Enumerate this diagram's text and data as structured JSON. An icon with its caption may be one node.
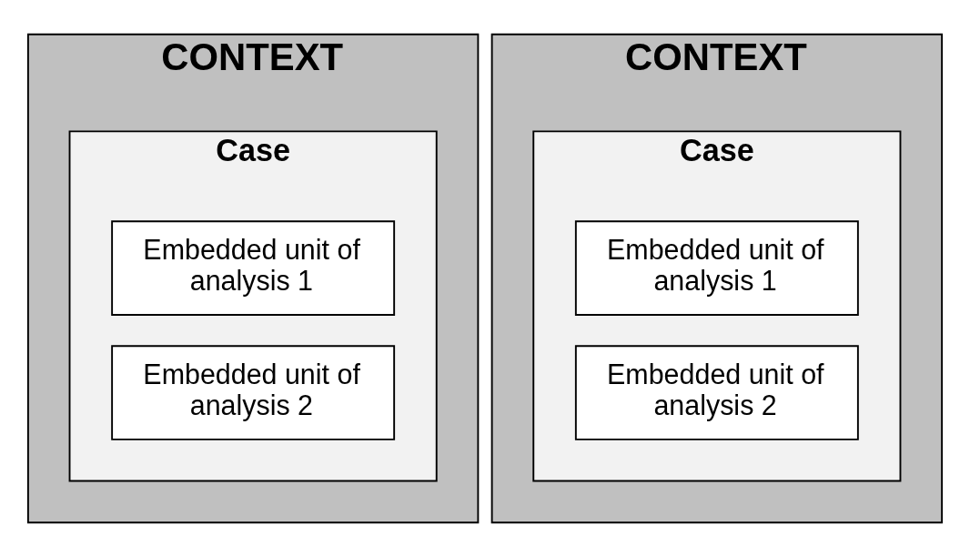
{
  "diagram": {
    "nodes": [
      {
        "text": [
          "CONTEXT"
        ]
      },
      {
        "text": [
          "Case"
        ],
        "in": 0
      },
      {
        "text": [
          "Embedded unit of analysis 1"
        ],
        "in": 1
      },
      {
        "text": [
          "Embedded unit of analysis 2"
        ],
        "in": 1
      },
      {
        "text": [
          "CONTEXT"
        ]
      },
      {
        "text": [
          "Case"
        ],
        "in": 4
      },
      {
        "text": [
          "Embedded unit of analysis 1"
        ],
        "in": 5
      },
      {
        "text": [
          "Embedded unit of analysis 2"
        ],
        "in": 5
      }
    ],
    "edges": []
  }
}
